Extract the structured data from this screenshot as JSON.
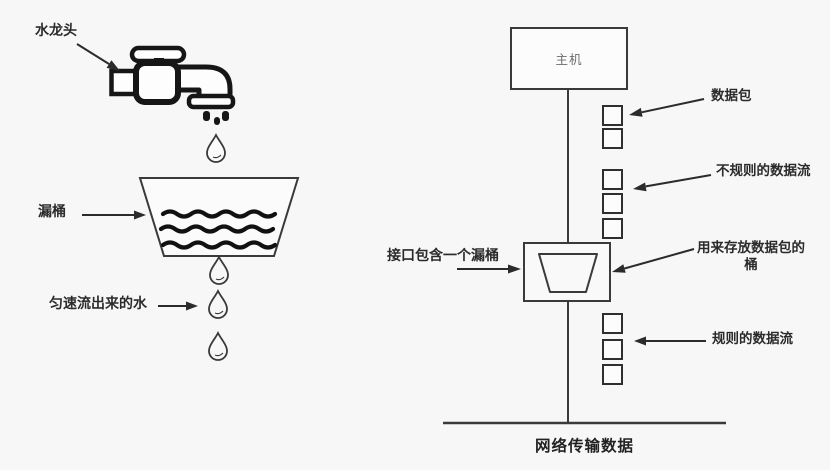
{
  "palette": {
    "background": "#f7f7f7",
    "line": "#3a3a3a",
    "icon_ink": "#161616",
    "label_ink": "#2b2b2b",
    "host_text": "#6b6b6b"
  },
  "left_diagram": {
    "faucet_label": "水龙头",
    "bucket_label": "漏桶",
    "outflow_label": "匀速流出来的水",
    "wave_count": 3,
    "falling_droplet_count": 4
  },
  "right_diagram": {
    "host_label": "主机",
    "packet_label": "数据包",
    "irregular_flow_label": "不规则的数据流",
    "interface_label": "接口包含一个漏桶",
    "store_bucket_label_line1": "用来存放数据包的",
    "store_bucket_label_line2": "桶",
    "regular_flow_label": "规则的数据流",
    "network_label": "网络传输数据",
    "packets_above_bucket": 5,
    "packets_below_bucket": 3
  }
}
